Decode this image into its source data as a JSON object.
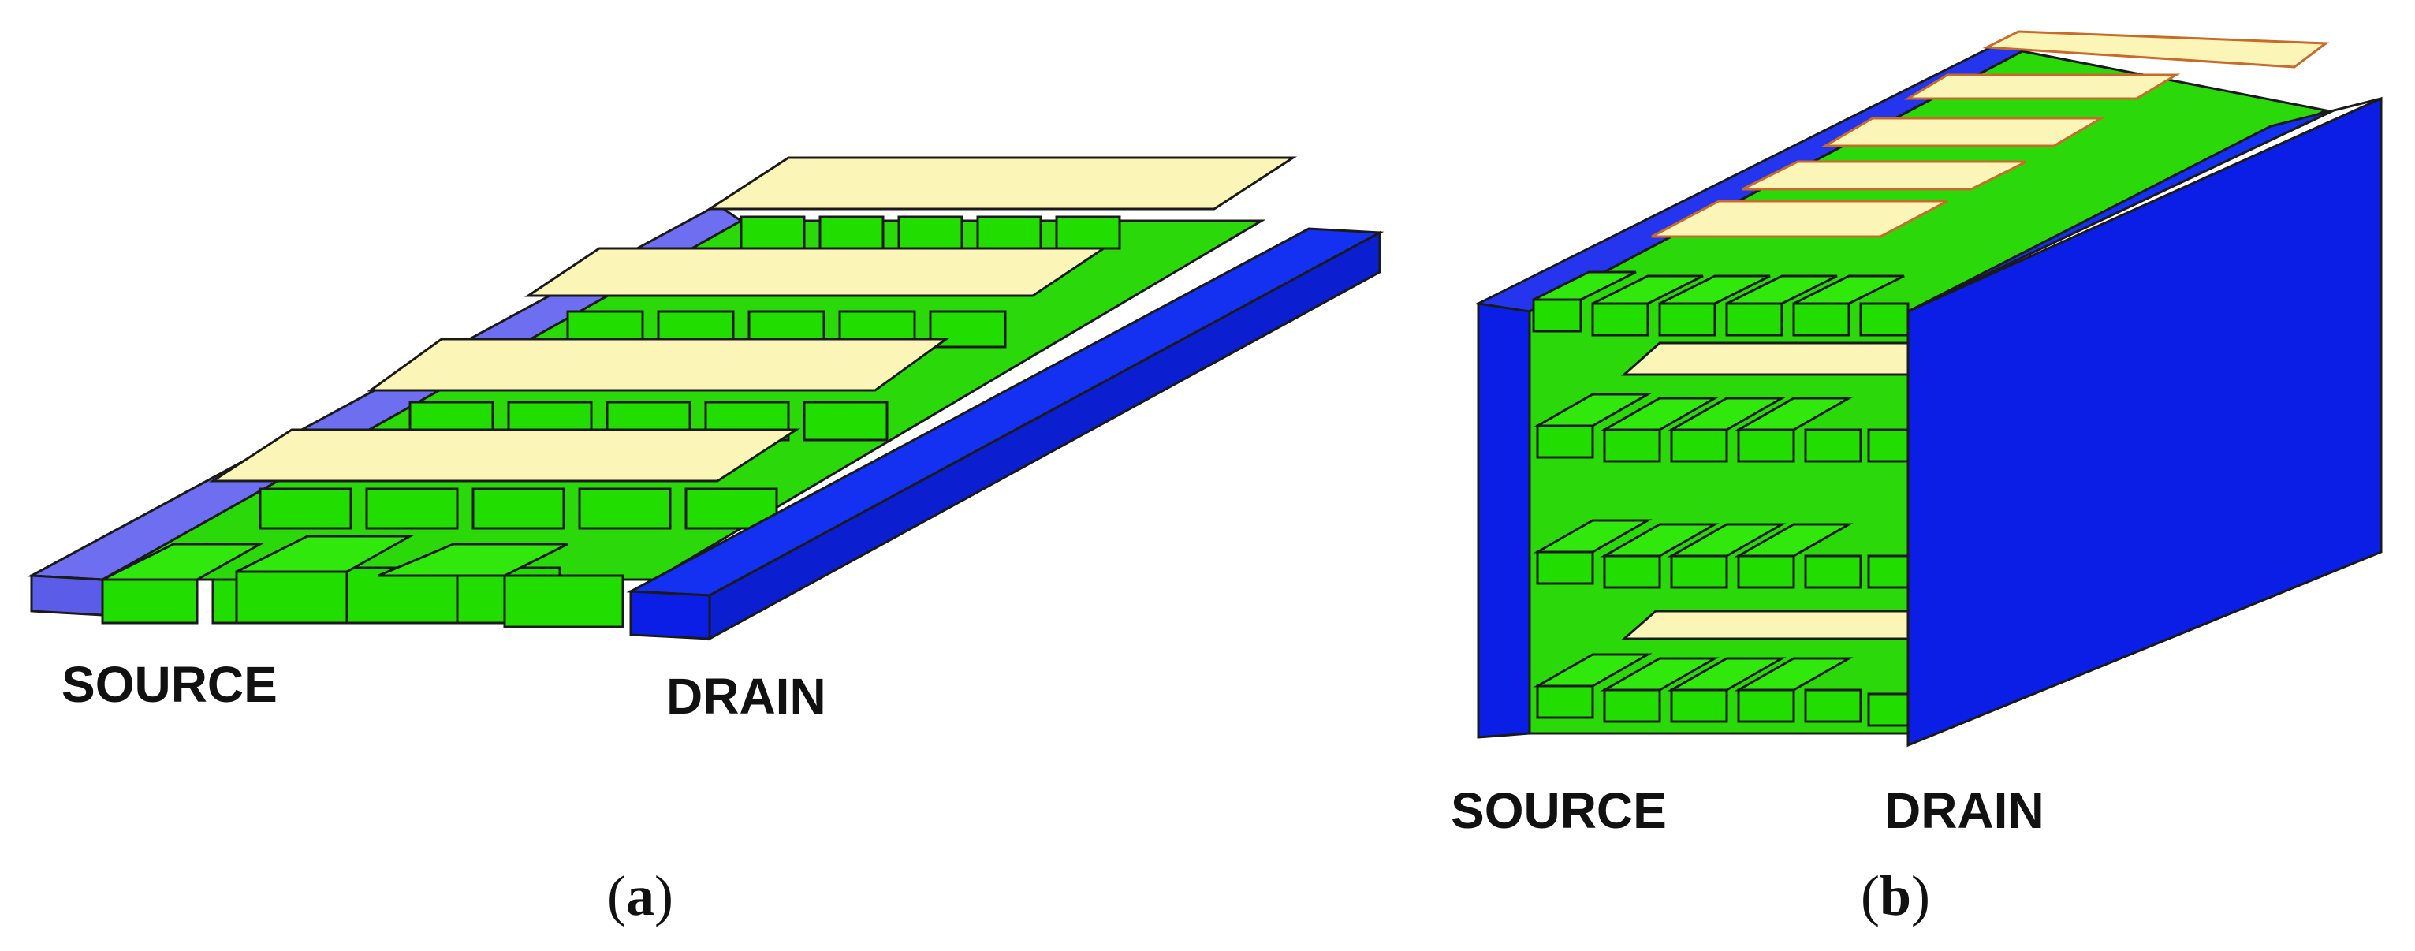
{
  "figure": {
    "panels": [
      {
        "id": "a",
        "source_label": "SOURCE",
        "drain_label": "DRAIN",
        "caption_open": "(",
        "caption_letter": "a",
        "caption_close": ")"
      },
      {
        "id": "b",
        "source_label": "SOURCE",
        "drain_label": "DRAIN",
        "caption_open": "(",
        "caption_letter": "b",
        "caption_close": ")"
      }
    ],
    "colors": {
      "channel_fin": "#22dd00",
      "channel_fin_dark": "#119900",
      "gate_plate": "#fbf5b8",
      "drain_contact": "#0a1ee6",
      "source_contact": "#5b5de8",
      "outline": "#1a1a1a"
    }
  }
}
